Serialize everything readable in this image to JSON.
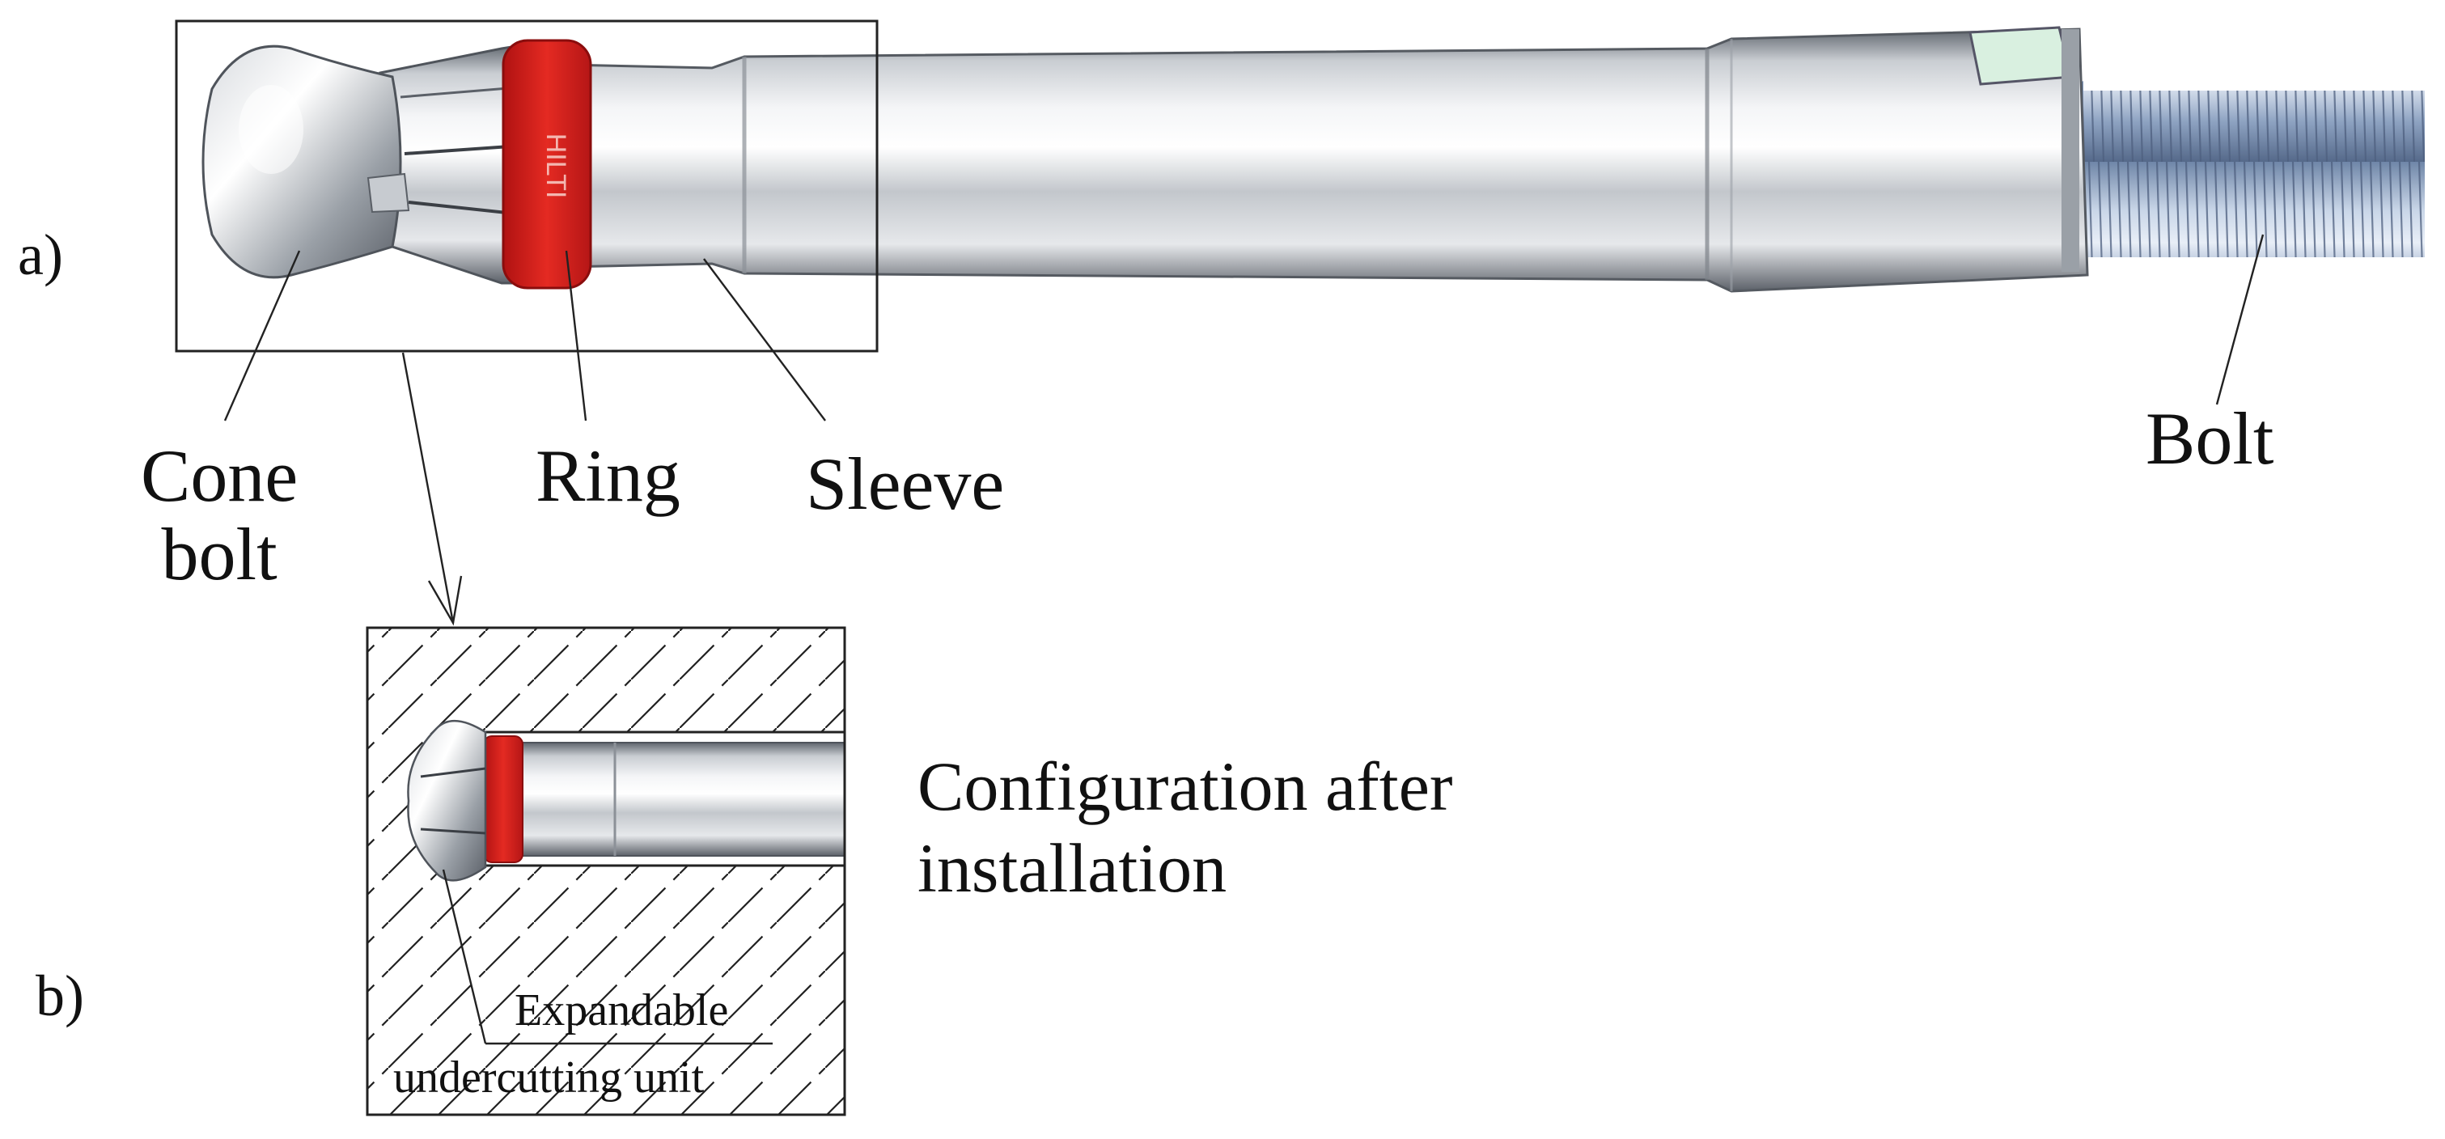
{
  "panel_a": {
    "label": "a)"
  },
  "panel_b": {
    "label": "b)"
  },
  "parts": {
    "cone_bolt": [
      "Cone",
      "bolt"
    ],
    "ring": "Ring",
    "sleeve": "Sleeve",
    "bolt": "Bolt"
  },
  "inset": {
    "caption": [
      "Configuration after",
      "installation"
    ],
    "callout": [
      "Expandable",
      "undercutting unit"
    ]
  },
  "colors": {
    "ring_red": "#d72020",
    "steel_light": "#eef0f2",
    "steel_mid": "#b8bcc2",
    "steel_dark": "#6d727a",
    "thread_blue": "#9fb4d0",
    "line": "#222222"
  }
}
